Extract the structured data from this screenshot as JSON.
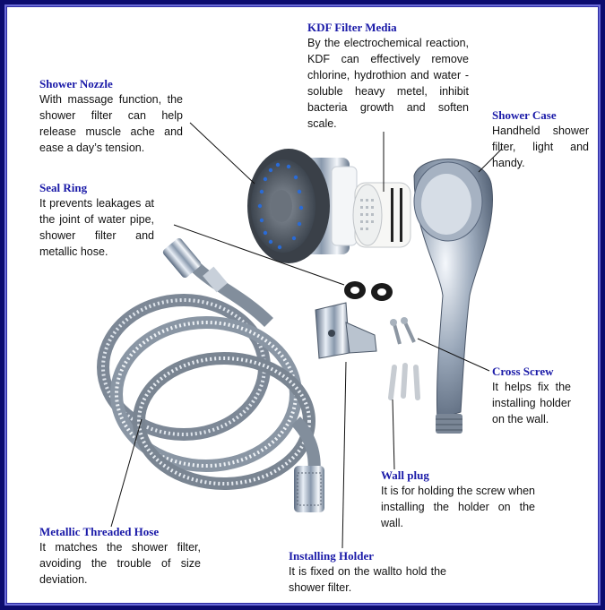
{
  "labels": {
    "kdf": {
      "title": "KDF Filter Media",
      "desc": "By the electrochemical reaction, KDF can effectively remove chlorine, hydrothion and water -soluble heavy metel, inhibit bacteria growth and soften scale."
    },
    "nozzle": {
      "title": "Shower Nozzle",
      "desc": "With massage function, the shower filter can help release muscle ache and ease a day’s tension."
    },
    "case": {
      "title": "Shower Case",
      "desc": "Handheld shower filter, light and handy."
    },
    "seal": {
      "title": "Seal Ring",
      "desc": "It prevents leakages at the joint of water pipe, shower filter and metallic hose."
    },
    "screw": {
      "title": "Cross Screw",
      "desc": "It helps fix the installing holder on the wall."
    },
    "plug": {
      "title": "Wall plug",
      "desc": "It is for holding the screw when installing the holder on the wall."
    },
    "hose": {
      "title": "Metallic Threaded Hose",
      "desc": "It matches the shower filter, avoiding the trouble of size deviation."
    },
    "holder": {
      "title": "Installing Holder",
      "desc": "It is fixed on the wallto hold the shower filter."
    }
  },
  "colors": {
    "frame": "#0b0b6e",
    "title": "#1a1aa8",
    "text": "#111111"
  }
}
